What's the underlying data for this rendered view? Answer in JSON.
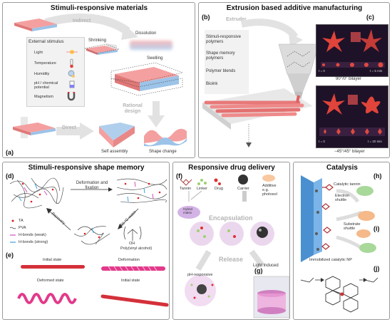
{
  "panels": {
    "stimuli": {
      "title": "Stimuli-responsive materials",
      "label_a": "(a)",
      "indirect": "Indirect",
      "direct": "Direct",
      "external_stimulus": "External  stimulus",
      "stimuli": [
        "Light",
        "Temperature",
        "Humidity",
        "pH / chemical potential",
        "Magnetism"
      ],
      "shrinking": "Shrinking",
      "dissolution": "Dissolution",
      "swelling": "Swelling",
      "rational_design": "Rational design",
      "self_assembly": "Self assembly",
      "shape_change": "Shape change"
    },
    "extrusion": {
      "title": "Extrusion based additive manufacturing",
      "label_b": "(b)",
      "label_c": "(c)",
      "extruder": "Extruder",
      "materials": [
        "Stimuli-responsive polymers",
        "Shape memory polymers",
        "Polymer blends",
        "Bioink"
      ],
      "bilayer_top": "90°/0° bilayer",
      "bilayer_bottom": "−45°/45° bilayer",
      "time_top_left": "t = 0",
      "time_top_right": "t = 5 min",
      "time_bottom_left": "t = 0",
      "time_bottom_right": "t = 20 min"
    },
    "shape_memory": {
      "title": "Stimuli-responsive shape memory",
      "label_d": "(d)",
      "label_e": "(e)",
      "deformation_fixation": "Deformation and fixation",
      "heat_water": "60 °C water",
      "recovery": "Recovery",
      "legend": [
        "TA",
        "PVA",
        "H-bonds (weak)",
        "H-bonds (strong)"
      ],
      "polymer_name": "Poly(vinyl alcohol)",
      "polymer_oh": "OH",
      "initial_state": "Initial state",
      "deformation": "Deformation",
      "deformed_state": "Deformed state",
      "initial_state_2": "Initial state"
    },
    "drug": {
      "title": "Responsive drug delivery",
      "label_f": "(f)",
      "label_g": "(g)",
      "components": [
        "Tannin",
        "Linker",
        "Drug",
        "Carrier",
        "Additive e.g. photosol"
      ],
      "hybrid_matrix": "Hybrid matrix",
      "encapsulation": "Encapsulation",
      "release": "Release",
      "ph_responsive": "pH-responsive",
      "light_induced": "Light  induced"
    },
    "catalysis": {
      "title": "Catalysis",
      "label_h": "(h)",
      "label_i": "(i)",
      "label_j": "(j)",
      "catalytic_tannin": "Catalytic tannin",
      "electron_shuttle": "Electron shuttle",
      "substrate_shuttle": "Substrate shuttle",
      "immobilized": "Immobilized catalytic NP"
    }
  },
  "colors": {
    "pink": "#f08a8a",
    "blue": "#8fb8e0",
    "green": "#a8d89a",
    "orange": "#f5b98a",
    "magenta": "#d0359a"
  }
}
